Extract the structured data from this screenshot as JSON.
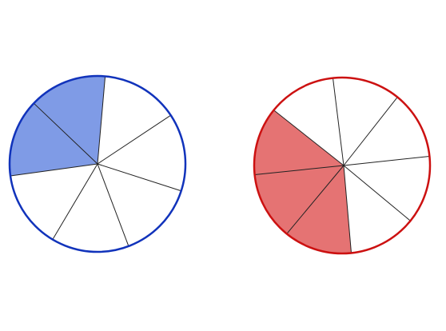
{
  "circles": [
    {
      "id": "blue",
      "parts": 7,
      "shaded_count": 2,
      "shaded_parts": [
        5,
        6
      ],
      "stroke_color": "#1133bb",
      "fill_color": "#7f9be6"
    },
    {
      "id": "red",
      "parts": 8,
      "shaded_count": 3,
      "shaded_parts": [
        4,
        5,
        6
      ],
      "stroke_color": "#cc1111",
      "fill_color": "#e57373"
    }
  ],
  "divider_color": "#222222"
}
